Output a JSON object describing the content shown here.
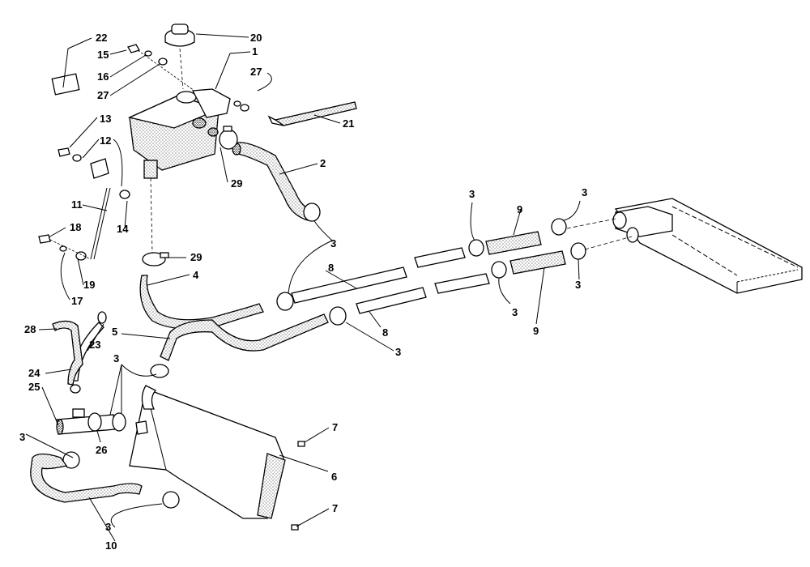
{
  "callouts": [
    {
      "id": "c22a",
      "text": "22"
    },
    {
      "id": "c15",
      "text": "15"
    },
    {
      "id": "c16",
      "text": "16"
    },
    {
      "id": "c27a",
      "text": "27"
    },
    {
      "id": "c20",
      "text": "20"
    },
    {
      "id": "c1",
      "text": "1"
    },
    {
      "id": "c27b",
      "text": "27"
    },
    {
      "id": "c21",
      "text": "21"
    },
    {
      "id": "c13",
      "text": "13"
    },
    {
      "id": "c12",
      "text": "12"
    },
    {
      "id": "c2",
      "text": "2"
    },
    {
      "id": "c29a",
      "text": "29"
    },
    {
      "id": "c11",
      "text": "11"
    },
    {
      "id": "c14",
      "text": "14"
    },
    {
      "id": "c18",
      "text": "18"
    },
    {
      "id": "c19",
      "text": "19"
    },
    {
      "id": "c17",
      "text": "17"
    },
    {
      "id": "c29b",
      "text": "29"
    },
    {
      "id": "c4",
      "text": "4"
    },
    {
      "id": "c3a",
      "text": "3"
    },
    {
      "id": "c3b",
      "text": "3"
    },
    {
      "id": "c3c",
      "text": "3"
    },
    {
      "id": "c9a",
      "text": "9"
    },
    {
      "id": "c8a",
      "text": "8"
    },
    {
      "id": "c3d",
      "text": "3"
    },
    {
      "id": "c3e",
      "text": "3"
    },
    {
      "id": "c9b",
      "text": "9"
    },
    {
      "id": "c8b",
      "text": "8"
    },
    {
      "id": "c3f",
      "text": "3"
    },
    {
      "id": "c28",
      "text": "28"
    },
    {
      "id": "c5",
      "text": "5"
    },
    {
      "id": "c23",
      "text": "23"
    },
    {
      "id": "c3g",
      "text": "3"
    },
    {
      "id": "c24",
      "text": "24"
    },
    {
      "id": "c25",
      "text": "25"
    },
    {
      "id": "c7a",
      "text": "7"
    },
    {
      "id": "c26",
      "text": "26"
    },
    {
      "id": "c3h",
      "text": "3"
    },
    {
      "id": "c6",
      "text": "6"
    },
    {
      "id": "c7b",
      "text": "7"
    },
    {
      "id": "c3i",
      "text": "3"
    },
    {
      "id": "c10",
      "text": "10"
    }
  ]
}
